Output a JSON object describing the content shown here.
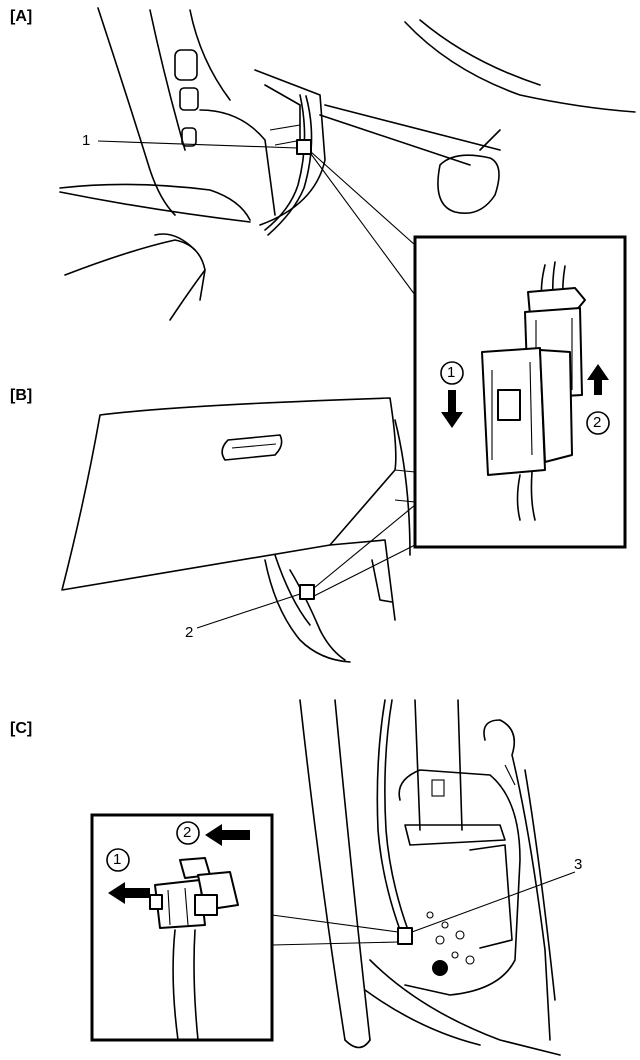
{
  "panels": {
    "a": {
      "label": "[A]"
    },
    "b": {
      "label": "[B]"
    },
    "c": {
      "label": "[C]"
    }
  },
  "callouts": {
    "one": "1",
    "two": "2",
    "three": "3"
  },
  "detail_b": {
    "step1": "1",
    "step2": "2",
    "arrow_down_icon": "arrow-down-icon",
    "arrow_up_icon": "arrow-up-icon"
  },
  "detail_c": {
    "step1": "1",
    "step2": "2",
    "arrow_left_icon": "arrow-left-icon"
  }
}
